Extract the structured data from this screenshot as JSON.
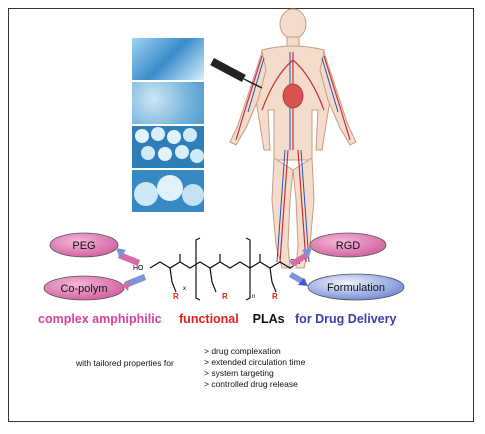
{
  "labels": {
    "peg": "PEG",
    "copolym": "Co-polym",
    "rgd": "RGD",
    "formulation": "Formulation",
    "ho": "HO",
    "oh": "OH",
    "r": "R",
    "n": "n",
    "x": "x"
  },
  "headline": {
    "part1": "complex amphiphilic",
    "part2": "functional",
    "part3": "PLAs",
    "part4": "for Drug Delivery"
  },
  "properties": {
    "intro": "with tailored properties for",
    "items": [
      "> drug complexation",
      "> extended circulation time",
      "> system targeting",
      "> controlled drug release"
    ]
  },
  "colors": {
    "pink": "#d3449b",
    "red": "#e02020",
    "black": "#111111",
    "blue": "#3c3fa8",
    "pill_pink": "#d96aa6",
    "pill_blue": "#7b93d9"
  }
}
